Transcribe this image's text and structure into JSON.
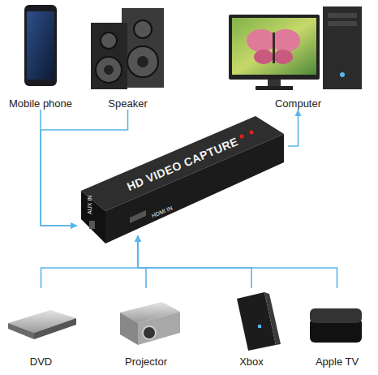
{
  "diagram": {
    "nodes": [
      {
        "text": [
          "Mobile phone"
        ]
      },
      {
        "text": [
          "Speaker"
        ]
      },
      {
        "text": [
          "Computer"
        ]
      },
      {
        "text": [
          "HD VIDEO CAPTURE"
        ]
      },
      {
        "text": [
          "DVD"
        ]
      },
      {
        "text": [
          "Projector"
        ]
      },
      {
        "text": [
          "Xbox"
        ]
      },
      {
        "text": [
          "Apple TV"
        ]
      }
    ],
    "edges": [
      {
        "from": 0,
        "to": 3,
        "arrow": "to"
      },
      {
        "from": 1,
        "to": 3,
        "arrow": "to"
      },
      {
        "from": 3,
        "to": 2,
        "arrow": "to"
      },
      {
        "from": 4,
        "to": 3,
        "arrow": "to"
      },
      {
        "from": 5,
        "to": 3,
        "arrow": "to"
      },
      {
        "from": 6,
        "to": 3,
        "arrow": "to"
      },
      {
        "from": 7,
        "to": 3,
        "arrow": "to"
      }
    ],
    "labels": [
      "AUX IN",
      "HDMI IN"
    ]
  }
}
